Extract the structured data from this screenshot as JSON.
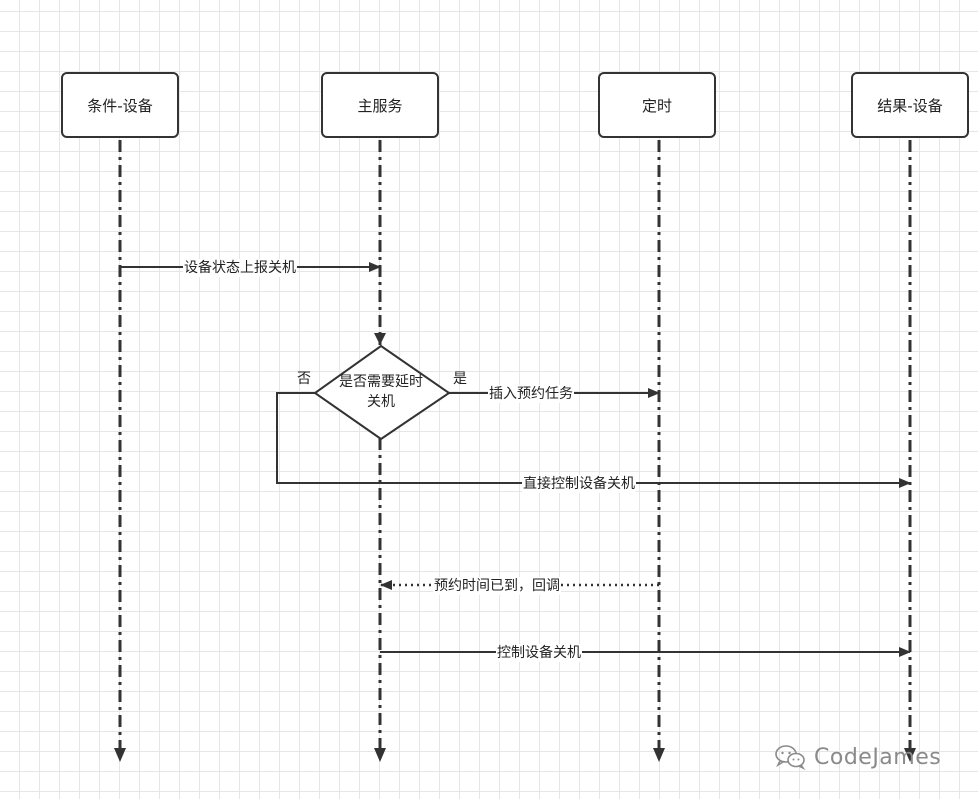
{
  "actors": {
    "condition_device": "条件-设备",
    "main_service": "主服务",
    "timer": "定时",
    "result_device": "结果-设备"
  },
  "messages": {
    "report_shutdown": "设备状态上报关机",
    "insert_task": "插入预约任务",
    "direct_shutdown": "直接控制设备关机",
    "callback": "预约时间已到，回调",
    "control_shutdown": "控制设备关机"
  },
  "decision": {
    "text": "是否需要延时关机",
    "yes": "是",
    "no": "否"
  },
  "watermark": {
    "text": "CodeJames"
  }
}
